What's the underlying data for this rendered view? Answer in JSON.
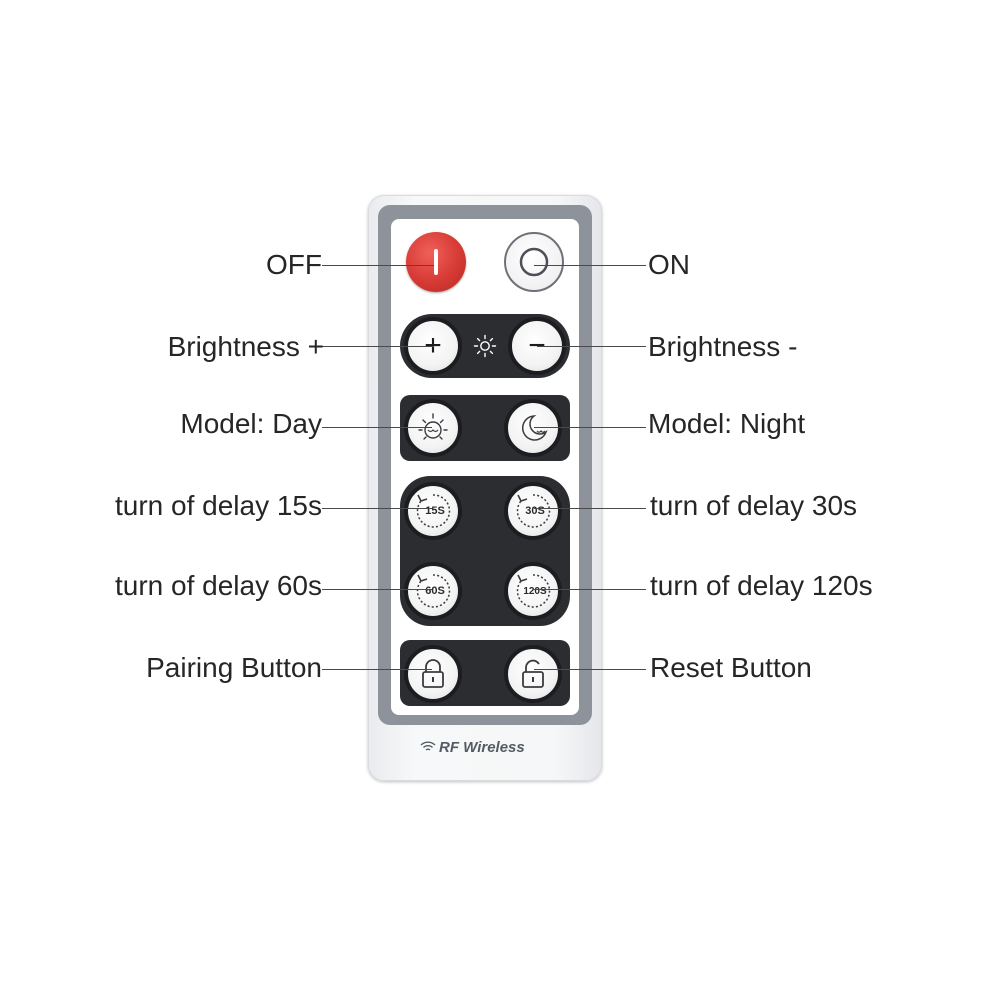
{
  "labels": {
    "off": "OFF",
    "on": "ON",
    "brightness_up": "Brightness +",
    "brightness_down": "Brightness -",
    "model_day": "Model: Day",
    "model_night": "Model: Night",
    "delay_15": "turn of delay 15s",
    "delay_30": "turn of delay 30s",
    "delay_60": "turn of delay 60s",
    "delay_120": "turn of delay 120s",
    "pairing": "Pairing Button",
    "reset": "Reset Button"
  },
  "buttons": {
    "plus": "+",
    "minus": "−",
    "timer_15": "15S",
    "timer_30": "30S",
    "timer_60": "60S",
    "timer_120": "120S"
  },
  "remote": {
    "brand": "RF Wireless"
  },
  "icons": {
    "off": "power-icon",
    "on": "ring-icon",
    "brightness": "sun-icon",
    "day": "sun-face-icon",
    "night": "moon-icon",
    "timer": "timer-icon",
    "pairing": "lock-closed-icon",
    "reset": "lock-open-icon",
    "wireless": "wifi-icon"
  },
  "colors": {
    "off_button": "#d63a34",
    "panel": "#8d929b",
    "button_ring": "#1c1d20"
  }
}
